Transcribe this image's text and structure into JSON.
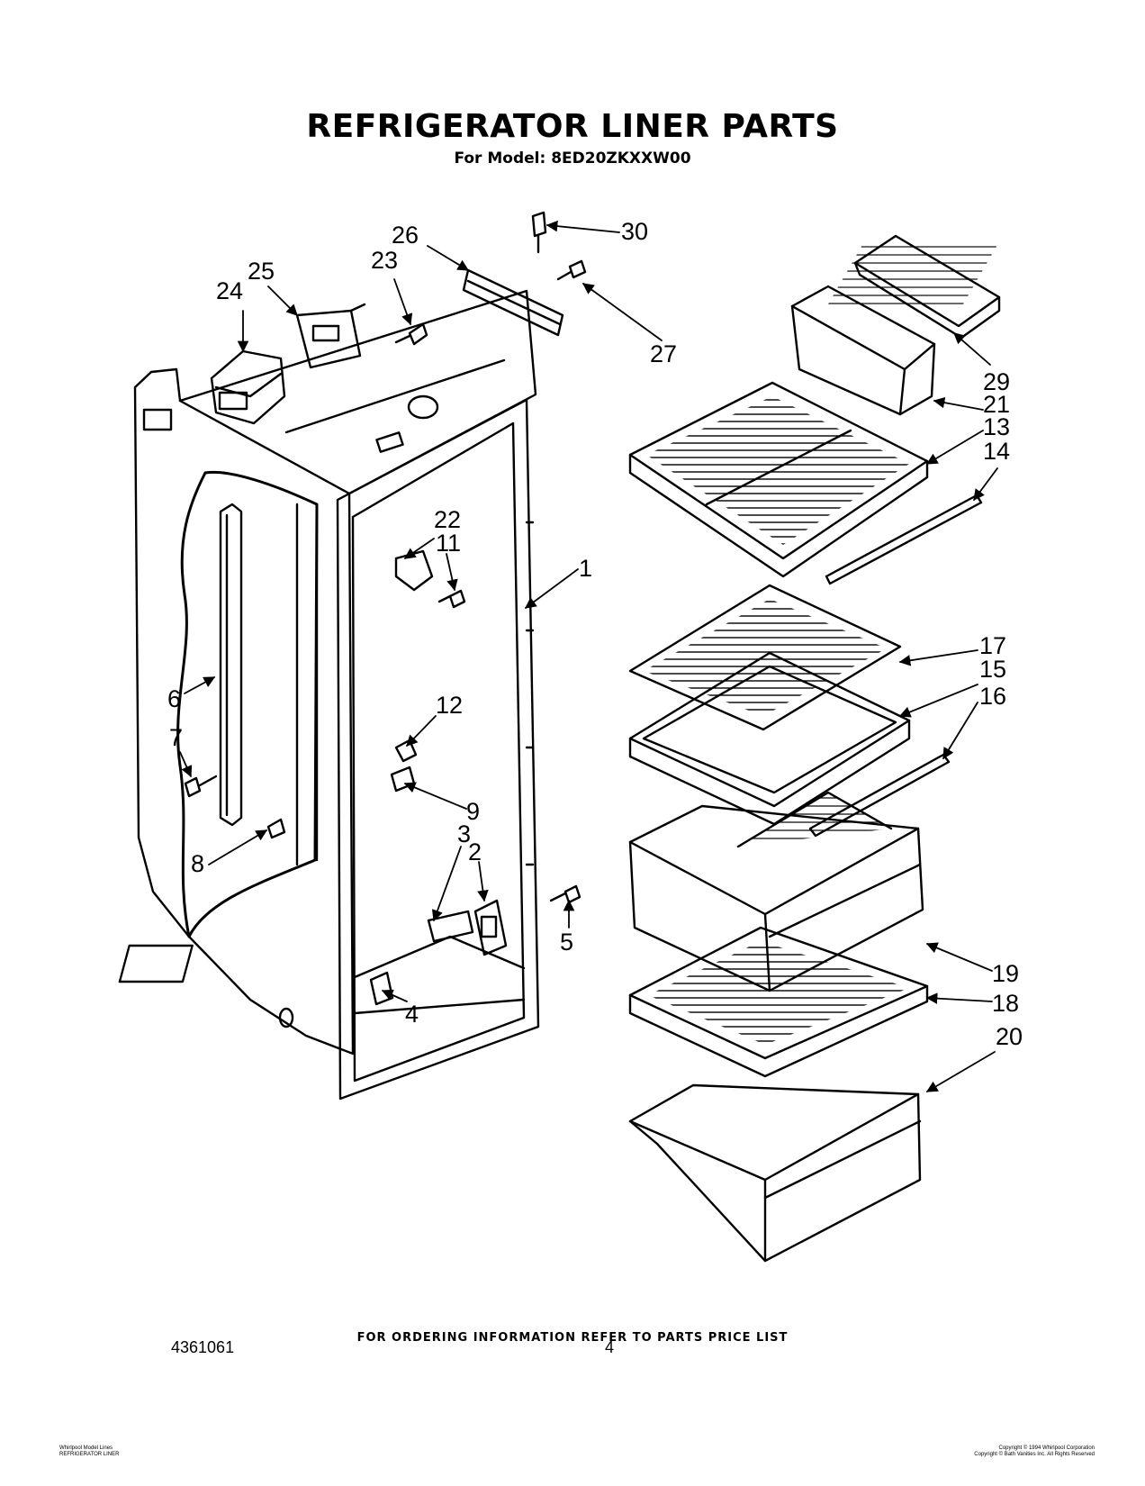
{
  "header": {
    "title": "REFRIGERATOR LINER PARTS",
    "model": "For Model: 8ED20ZKXXW00"
  },
  "callouts": [
    {
      "id": "c1",
      "label": "1"
    },
    {
      "id": "c2",
      "label": "2"
    },
    {
      "id": "c3",
      "label": "3"
    },
    {
      "id": "c4",
      "label": "4"
    },
    {
      "id": "c5",
      "label": "5"
    },
    {
      "id": "c6",
      "label": "6"
    },
    {
      "id": "c7",
      "label": "7"
    },
    {
      "id": "c8",
      "label": "8"
    },
    {
      "id": "c9",
      "label": "9"
    },
    {
      "id": "c11",
      "label": "11"
    },
    {
      "id": "c12",
      "label": "12"
    },
    {
      "id": "c13",
      "label": "13"
    },
    {
      "id": "c14",
      "label": "14"
    },
    {
      "id": "c15",
      "label": "15"
    },
    {
      "id": "c16",
      "label": "16"
    },
    {
      "id": "c17",
      "label": "17"
    },
    {
      "id": "c18",
      "label": "18"
    },
    {
      "id": "c19",
      "label": "19"
    },
    {
      "id": "c20",
      "label": "20"
    },
    {
      "id": "c21",
      "label": "21"
    },
    {
      "id": "c22",
      "label": "22"
    },
    {
      "id": "c23",
      "label": "23"
    },
    {
      "id": "c24",
      "label": "24"
    },
    {
      "id": "c25",
      "label": "25"
    },
    {
      "id": "c26",
      "label": "26"
    },
    {
      "id": "c27",
      "label": "27"
    },
    {
      "id": "c29",
      "label": "29"
    },
    {
      "id": "c30",
      "label": "30"
    }
  ],
  "footer": {
    "ordering_note": "FOR ORDERING INFORMATION REFER TO PARTS PRICE LIST",
    "doc_number": "4361061",
    "page_number": "4",
    "fine_print_left": [
      "Whirlpool Model Lines",
      "REFRIGERATOR LINER"
    ],
    "fine_print_right": [
      "Copyright © 1994 Whirlpool Corporation",
      "Copyright © Bath Vanities Inc. All Rights Reserved"
    ]
  }
}
